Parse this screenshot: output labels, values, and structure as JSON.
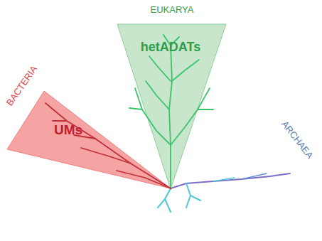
{
  "diagram": {
    "nodes": [
      {
        "text": [
          "EUKARYA",
          "hetADATs"
        ]
      },
      {
        "text": [
          "BACTERIA",
          "UMs"
        ]
      }
    ],
    "labels": [
      "ARCHAEA"
    ]
  }
}
